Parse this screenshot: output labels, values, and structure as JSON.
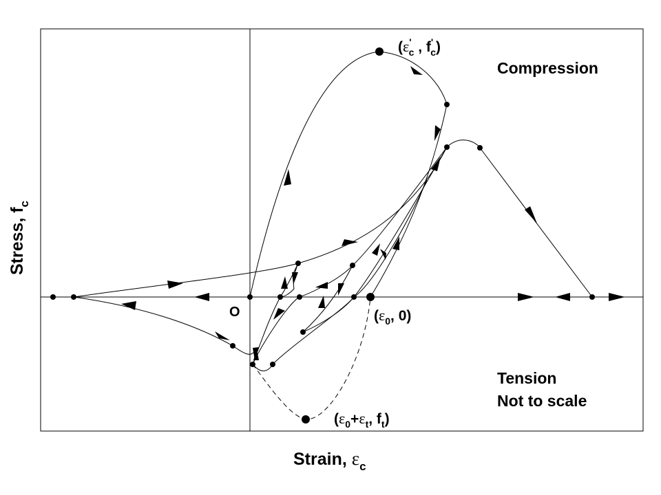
{
  "diagram": {
    "xlabel_text": "Strain, ",
    "xlabel_symbol": "ε",
    "xlabel_sub": "c",
    "ylabel_text": "Stress, f",
    "ylabel_sub": "c",
    "origin_label": "O",
    "region_compression": "Compression",
    "region_tension": "Tension",
    "note_scale": "Not to scale",
    "peak_compression_label": {
      "open": "(",
      "eps": "ε",
      "sup1": "'",
      "sub1": "c",
      "sep": " , f",
      "sup2": "'",
      "sub2": "c",
      "close": ")"
    },
    "plastic_strain_label": {
      "open": "(",
      "eps": "ε",
      "sub": "0",
      "rest": ", 0)"
    },
    "peak_tension_label": {
      "open": "(",
      "eps1": "ε",
      "sub1": "0",
      "plus": "+",
      "eps2": "ε",
      "sub2": "t",
      "sep": ", f",
      "sub3": "t",
      "close": ")"
    }
  }
}
